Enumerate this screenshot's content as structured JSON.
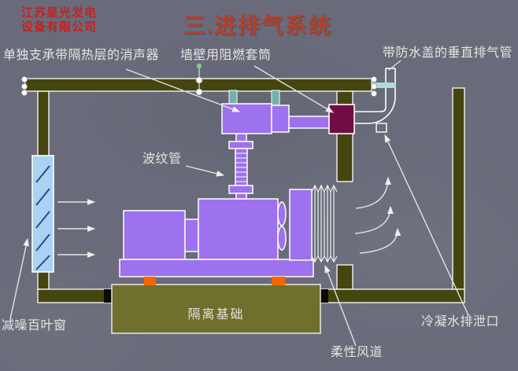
{
  "slide": {
    "company_line1": "江苏星光发电",
    "company_line2": "设备有限公司",
    "title": "三.进排气系统"
  },
  "labels": {
    "muffler": "单独支承带隔热层的消声器",
    "wall_sleeve": "墙壁用阻燃套筒",
    "exhaust_pipe": "带防水盖的垂直排气管",
    "bellows": "波纹管",
    "louver": "减噪百叶窗",
    "foundation": "隔离基础",
    "flexible_duct": "柔性风道",
    "condensate_drain": "冷凝水排泄口"
  },
  "colors": {
    "background": "#696b7a",
    "structure_olive": "#454510",
    "foundation_olive": "#6f6f2e",
    "machine_purple": "#9e71ee",
    "sleeve_maroon": "#720c44",
    "strap_teal": "#74b0ac",
    "pipe_teal": "#aedcd8",
    "window_blue": "#a9d3f2",
    "foot_orange": "#f56700",
    "floor_gap_black": "#0a0a05",
    "anchor_green": "#86c79c",
    "label_white": "#e6e4e0",
    "title_red": "#b5402c",
    "brand_red": "#c52121"
  }
}
